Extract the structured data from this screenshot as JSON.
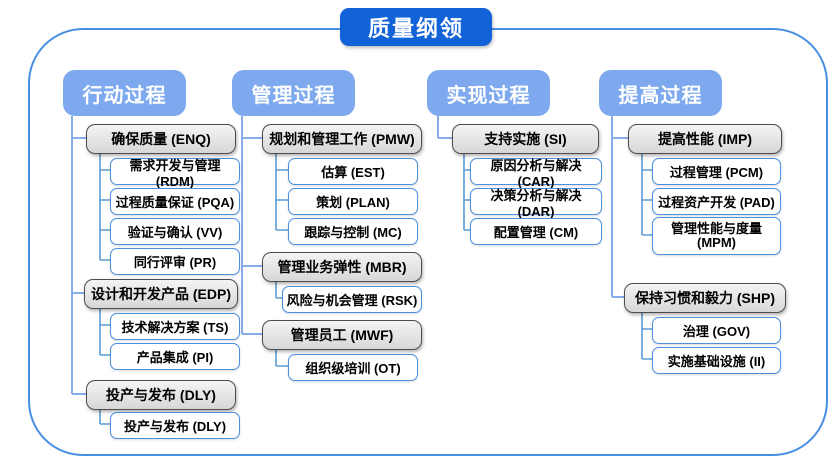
{
  "title": "质量纲领",
  "colors": {
    "title_bg": "#1262d8",
    "header_bg": "#7ea9ee",
    "container_border": "#4a90e2",
    "group_border": "#4d4d4d",
    "group_bg": "#e4e4e4",
    "item_border": "#4a8fe0",
    "trunk_connector": "#86aceb",
    "child_connector": "#5b9bd5"
  },
  "columns": [
    {
      "header": "行动过程",
      "groups": [
        {
          "label": "确保质量 (ENQ)",
          "items": [
            "需求开发与管理 (RDM)",
            "过程质量保证 (PQA)",
            "验证与确认 (VV)",
            "同行评审 (PR)"
          ]
        },
        {
          "label": "设计和开发产品 (EDP)",
          "items": [
            "技术解决方案 (TS)",
            "产品集成 (PI)"
          ]
        },
        {
          "label": "投产与发布 (DLY)",
          "items": [
            "投产与发布 (DLY)"
          ]
        }
      ]
    },
    {
      "header": "管理过程",
      "groups": [
        {
          "label": "规划和管理工作 (PMW)",
          "items": [
            "估算 (EST)",
            "策划 (PLAN)",
            "跟踪与控制 (MC)"
          ]
        },
        {
          "label": "管理业务弹性 (MBR)",
          "items": [
            "风险与机会管理 (RSK)"
          ]
        },
        {
          "label": "管理员工 (MWF)",
          "items": [
            "组织级培训 (OT)"
          ]
        }
      ]
    },
    {
      "header": "实现过程",
      "groups": [
        {
          "label": "支持实施 (SI)",
          "items": [
            "原因分析与解决 (CAR)",
            "决策分析与解决 (DAR)",
            "配置管理 (CM)"
          ]
        }
      ]
    },
    {
      "header": "提高过程",
      "groups": [
        {
          "label": "提高性能 (IMP)",
          "items": [
            "过程管理 (PCM)",
            "过程资产开发 (PAD)",
            "管理性能与度量 (MPM)"
          ]
        },
        {
          "label": "保持习惯和毅力 (SHP)",
          "items": [
            "治理 (GOV)",
            "实施基础设施 (II)"
          ]
        }
      ]
    }
  ]
}
